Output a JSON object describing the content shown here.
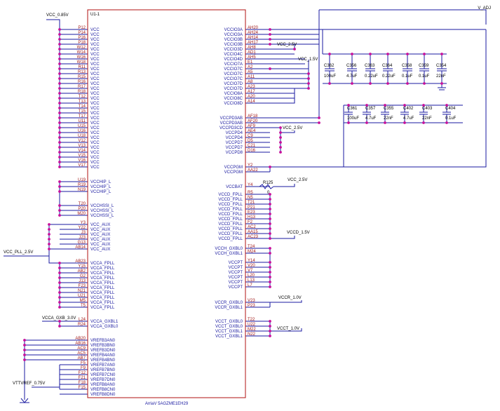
{
  "part": {
    "ref": "U1-1",
    "name": "ArriaV 5AGZME1EH29"
  },
  "left_pins": [
    {
      "n": "P12",
      "f": "VCC"
    },
    {
      "n": "P14",
      "f": "VCC"
    },
    {
      "n": "P16",
      "f": "VCC"
    },
    {
      "n": "P18",
      "f": "VCC"
    },
    {
      "n": "W12",
      "f": "VCC"
    },
    {
      "n": "W14",
      "f": "VCC"
    },
    {
      "n": "W16",
      "f": "VCC"
    },
    {
      "n": "W18",
      "f": "VCC"
    },
    {
      "n": "R11",
      "f": "VCC"
    },
    {
      "n": "R13",
      "f": "VCC"
    },
    {
      "n": "R15",
      "f": "VCC"
    },
    {
      "n": "R16",
      "f": "VCC"
    },
    {
      "n": "R17",
      "f": "VCC"
    },
    {
      "n": "R18",
      "f": "VCC"
    },
    {
      "n": "T12",
      "f": "VCC"
    },
    {
      "n": "T13",
      "f": "VCC"
    },
    {
      "n": "T14",
      "f": "VCC"
    },
    {
      "n": "T15",
      "f": "VCC"
    },
    {
      "n": "T17",
      "f": "VCC"
    },
    {
      "n": "U11",
      "f": "VCC"
    },
    {
      "n": "U15",
      "f": "VCC"
    },
    {
      "n": "U16",
      "f": "VCC"
    },
    {
      "n": "U18",
      "f": "VCC"
    },
    {
      "n": "V12",
      "f": "VCC"
    },
    {
      "n": "V13",
      "f": "VCC"
    },
    {
      "n": "V14",
      "f": "VCC"
    },
    {
      "n": "V15",
      "f": "VCC"
    },
    {
      "n": "V16",
      "f": "VCC"
    },
    {
      "n": "V17",
      "f": "VCC"
    },
    {
      "n": "U19",
      "f": "VCCHIP_L"
    },
    {
      "n": "R19",
      "f": "VCCHIP_L"
    },
    {
      "n": "N19",
      "f": "VCCHIP_L"
    },
    {
      "n": "T20",
      "f": "VCCHSSI_L"
    },
    {
      "n": "P20",
      "f": "VCCHSSI_L"
    },
    {
      "n": "M20",
      "f": "VCCHSSI_L"
    },
    {
      "n": "Y3",
      "f": "VCC_AUX"
    },
    {
      "n": "Y22",
      "f": "VCC_AUX"
    },
    {
      "n": "J3",
      "f": "VCC_AUX"
    },
    {
      "n": "J23",
      "f": "VCC_AUX"
    },
    {
      "n": "G13",
      "f": "VCC_AUX"
    },
    {
      "n": "AB14",
      "f": "VCC_AUX"
    },
    {
      "n": "AB23",
      "f": "VCCA_FPLL"
    },
    {
      "n": "Y15",
      "f": "VCCA_FPLL"
    },
    {
      "n": "AB2",
      "f": "VCCA_FPLL"
    },
    {
      "n": "G2",
      "f": "VCCA_FPLL"
    },
    {
      "n": "J13",
      "f": "VCCA_FPLL"
    },
    {
      "n": "F23",
      "f": "VCCA_FPLL"
    },
    {
      "n": "N21",
      "f": "VCCA_FPLL"
    },
    {
      "n": "U21",
      "f": "VCCA_FPLL"
    },
    {
      "n": "M5",
      "f": "VCCA_FPLL"
    },
    {
      "n": "T5",
      "f": "VCCA_FPLL"
    },
    {
      "n": "L24",
      "f": "VCCA_GXBL1"
    },
    {
      "n": "R24",
      "f": "VCCA_GXBL0"
    },
    {
      "n": "AB20",
      "f": "VREFB3AN0"
    },
    {
      "n": "AB16",
      "f": "VREFB3BN0"
    },
    {
      "n": "AC9",
      "f": "VREFB3DN0"
    },
    {
      "n": "AC5",
      "f": "VREFB4AN0"
    },
    {
      "n": "AB7",
      "f": "VREFB4BN0"
    },
    {
      "n": "F5",
      "f": "VREFB7AN0"
    },
    {
      "n": "F9",
      "f": "VREFB7BN0"
    },
    {
      "n": "F12",
      "f": "VREFB7CN0"
    },
    {
      "n": "F21",
      "f": "VREFB7DN0"
    },
    {
      "n": "F18",
      "f": "VREFB8AN0"
    },
    {
      "n": "F15",
      "f": "VREFB8CN0"
    },
    {
      "n": "",
      "f": "VREFB8DN0"
    }
  ],
  "right_pins": [
    {
      "n": "AH20",
      "f": "VCCIO3A"
    },
    {
      "n": "AH24",
      "f": "VCCIO3A"
    },
    {
      "n": "AH14",
      "f": "VCCIO3B"
    },
    {
      "n": "AH17",
      "f": "VCCIO3B"
    },
    {
      "n": "AH8",
      "f": "VCCIO3D"
    },
    {
      "n": "AD1",
      "f": "VCCIO4C"
    },
    {
      "n": "AH5",
      "f": "VCCIO4D"
    },
    {
      "n": "E1",
      "f": "VCCIO7A"
    },
    {
      "n": "A2",
      "f": "VCCIO7C"
    },
    {
      "n": "A5",
      "f": "VCCIO7C"
    },
    {
      "n": "A11",
      "f": "VCCIO7C"
    },
    {
      "n": "A8",
      "f": "VCCIO7D"
    },
    {
      "n": "A23",
      "f": "VCCIO7D"
    },
    {
      "n": "A17",
      "f": "VCCIO8A"
    },
    {
      "n": "A20",
      "f": "VCCIO8C"
    },
    {
      "n": "A14",
      "f": "VCCIO8D"
    },
    {
      "n": "AF18",
      "f": "VCCPD3AB"
    },
    {
      "n": "AF20",
      "f": "VCCPD3AB"
    },
    {
      "n": "AF9",
      "f": "VCCPD3CD"
    },
    {
      "n": "AE4",
      "f": "VCCPD4"
    },
    {
      "n": "C9",
      "f": "VCCPD4"
    },
    {
      "n": "D5",
      "f": "VCCPD7"
    },
    {
      "n": "C21",
      "f": "VCCPD7"
    },
    {
      "n": "D16",
      "f": "VCCPD8"
    },
    {
      "n": "Y2",
      "f": "VCCPGM"
    },
    {
      "n": "AA22",
      "f": "VCCPGM"
    },
    {
      "n": "Y4",
      "f": "VCCBAT"
    },
    {
      "n": "R5",
      "f": "VCCD_FPLL"
    },
    {
      "n": "N5",
      "f": "VCCD_FPLL"
    },
    {
      "n": "T21",
      "f": "VCCD_FPLL"
    },
    {
      "n": "P21",
      "f": "VCCD_FPLL"
    },
    {
      "n": "E23",
      "f": "VCCD_FPLL"
    },
    {
      "n": "H13",
      "f": "VCCD_FPLL"
    },
    {
      "n": "F2",
      "f": "VCCD_FPLL"
    },
    {
      "n": "AC2",
      "f": "VCCD_FPLL"
    },
    {
      "n": "AA15",
      "f": "VCCD_FPLL"
    },
    {
      "n": "AC23",
      "f": "VCCD_FPLL"
    },
    {
      "n": "T24",
      "f": "VCCH_GXBL0"
    },
    {
      "n": "M24",
      "f": "VCCH_GXBL1"
    },
    {
      "n": "Y14",
      "f": "VCCPT"
    },
    {
      "n": "V20",
      "f": "VCCPT"
    },
    {
      "n": "V7",
      "f": "VCCPT"
    },
    {
      "n": "L20",
      "f": "VCCPT"
    },
    {
      "n": "L13",
      "f": "VCCPT"
    },
    {
      "n": "L7",
      "f": "VCCPT"
    },
    {
      "n": "V23",
      "f": "VCCR_GXBL0"
    },
    {
      "n": "P23",
      "f": "VCCR_GXBL1"
    },
    {
      "n": "T22",
      "f": "VCCT_GXBL0"
    },
    {
      "n": "U22",
      "f": "VCCT_GXBL0"
    },
    {
      "n": "M22",
      "f": "VCCT_GXBL1"
    },
    {
      "n": "N22",
      "f": "VCCT_GXBL1"
    }
  ],
  "nets": {
    "vcc085": "VCC_0.85V",
    "vadj": "V_ADJ",
    "vcc25a": "VCC_2.5V",
    "vcc15a": "VCC_1.5V",
    "vcc25b": "VCC_2.5V",
    "vcc25c": "VCC_2.5V",
    "vccd15": "VCCD_1.5V",
    "vccpll": "VCC_PLL_2.5V",
    "vccagxb": "VCCA_GXB_3.0V",
    "vccr": "VCCR_1.0V",
    "vcct": "VCCT_1.0V",
    "vttvref": "VTTVREF_0.75V"
  },
  "resistor": {
    "ref": "R125",
    "val": "0"
  },
  "caps": [
    {
      "ref": "C362",
      "val": "100uF"
    },
    {
      "ref": "C356",
      "val": "4.7uF"
    },
    {
      "ref": "C363",
      "val": "0.22uF"
    },
    {
      "ref": "C364",
      "val": "0.22uF"
    },
    {
      "ref": "C358",
      "val": "0.1uF"
    },
    {
      "ref": "C359",
      "val": "0.1uF"
    },
    {
      "ref": "C354",
      "val": "22nF"
    },
    {
      "ref": "C361",
      "val": "100uF"
    },
    {
      "ref": "C357",
      "val": "4.7uF"
    },
    {
      "ref": "C355",
      "val": "22nF"
    },
    {
      "ref": "C402",
      "val": "4.7uF"
    },
    {
      "ref": "C403",
      "val": "22nF"
    },
    {
      "ref": "C404",
      "val": "0.1uF"
    }
  ]
}
